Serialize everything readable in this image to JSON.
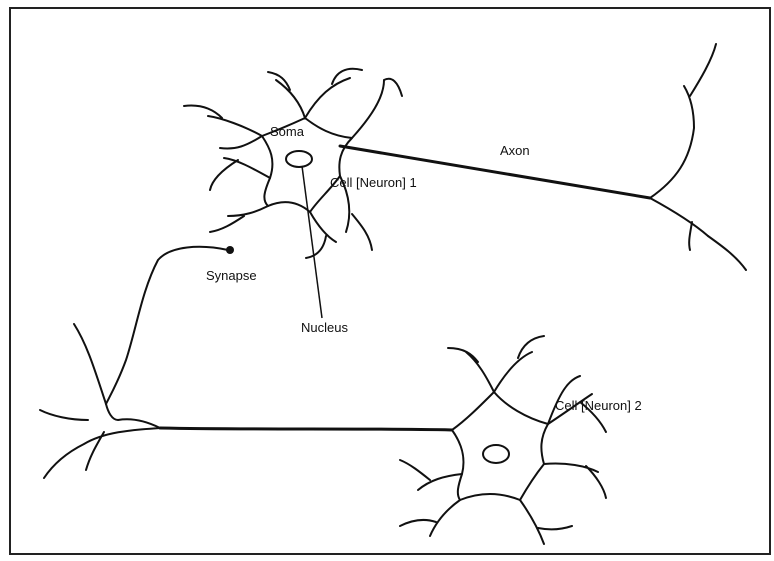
{
  "labels": {
    "soma": "Soma",
    "axon": "Axon",
    "cell1": "Cell [Neuron] 1",
    "synapse": "Synapse",
    "nucleus": "Nucleus",
    "cell2": "Cell [Neuron] 2"
  },
  "colors": {
    "ink": "#111111",
    "background": "#ffffff",
    "frame": "#222222"
  }
}
